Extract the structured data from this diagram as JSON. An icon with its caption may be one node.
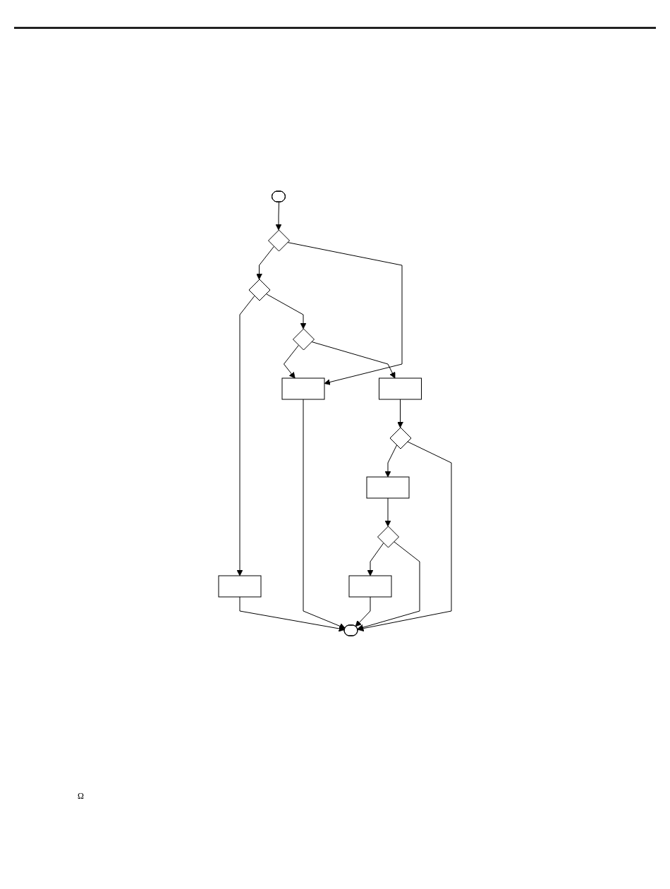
{
  "diagram": {
    "nodes": [
      {
        "text": [],
        "shape": "oval"
      },
      {
        "text": [],
        "shape": "diamond"
      },
      {
        "text": [],
        "shape": "diamond"
      },
      {
        "text": [],
        "shape": "diamond"
      },
      {
        "text": [],
        "shape": "box"
      },
      {
        "text": [],
        "shape": "box"
      },
      {
        "text": [],
        "shape": "box"
      },
      {
        "text": [],
        "shape": "diamond"
      },
      {
        "text": [],
        "shape": "box"
      },
      {
        "text": [],
        "shape": "diamond"
      },
      {
        "text": [],
        "shape": "box"
      },
      {
        "text": [],
        "shape": "oval"
      }
    ],
    "edges": [
      {
        "from": 0,
        "to": 1,
        "arrow": "to"
      },
      {
        "from": 1,
        "to": 2,
        "arrow": "to"
      },
      {
        "from": 1,
        "to": 4,
        "arrow": "to"
      },
      {
        "from": 2,
        "to": 5,
        "arrow": "to"
      },
      {
        "from": 2,
        "to": 3,
        "arrow": "to"
      },
      {
        "from": 3,
        "to": 4,
        "arrow": "to"
      },
      {
        "from": 3,
        "to": 6,
        "arrow": "to"
      },
      {
        "from": 6,
        "to": 7,
        "arrow": "to"
      },
      {
        "from": 7,
        "to": 8,
        "arrow": "to"
      },
      {
        "from": 7,
        "to": 11,
        "arrow": "to"
      },
      {
        "from": 8,
        "to": 9,
        "arrow": "to"
      },
      {
        "from": 9,
        "to": 10,
        "arrow": "to"
      },
      {
        "from": 9,
        "to": 11,
        "arrow": "to"
      },
      {
        "from": 10,
        "to": 11,
        "arrow": "to"
      },
      {
        "from": 5,
        "to": 11,
        "arrow": "to"
      },
      {
        "from": 4,
        "to": 11,
        "arrow": "to"
      }
    ],
    "labels": [
      "Ω"
    ]
  }
}
